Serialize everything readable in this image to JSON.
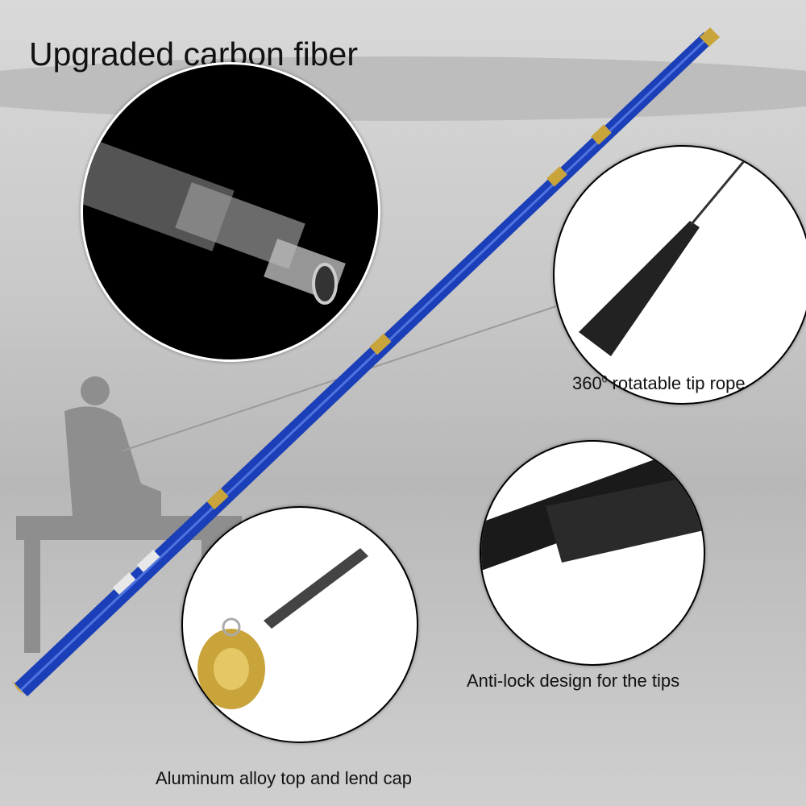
{
  "title": "Upgraded carbon fiber",
  "captions": {
    "tip_rope_number": "360",
    "tip_rope_degree": "0",
    "tip_rope_text": " rotatable tip rope",
    "anti_lock": "Anti-lock design for the tips",
    "cap": "Aluminum alloy top and lend cap"
  },
  "colors": {
    "rod_blue": "#1a3fb8",
    "gold": "#c9a43a",
    "background": "#c9c9c9"
  }
}
